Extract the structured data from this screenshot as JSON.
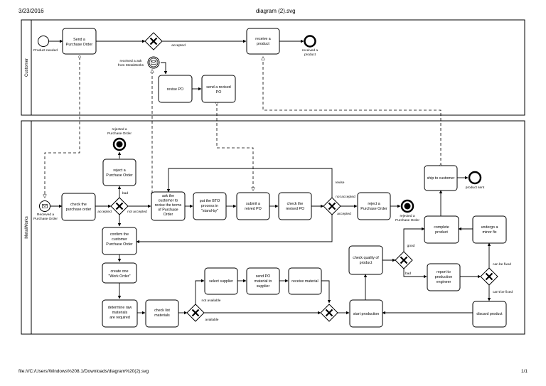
{
  "header": {
    "date": "3/23/2016",
    "title": "diagram (2).svg"
  },
  "footer": {
    "path": "file:///C:/Users/Windows%208.1/Downloads/diagram%20(2).svg",
    "page": "1/1"
  },
  "lanes": {
    "customer": "Customer",
    "metalworks": "MetalWorks"
  },
  "tasks": {
    "send_po": [
      "Send a",
      "Purchase Order"
    ],
    "receive_product": [
      "receive a",
      "product"
    ],
    "revise_po": [
      "revise PO"
    ],
    "send_revised_po": [
      "send a revised",
      "PO"
    ],
    "reject_po_top": [
      "reject a",
      "Purchase Order"
    ],
    "check_po": [
      "check the",
      "purchase order"
    ],
    "ask_customer": [
      "ask the",
      "customer to",
      "revise the terms",
      "of Purchase",
      "Order"
    ],
    "put_bto": [
      "put the BTO",
      "process in",
      "\"stand-by\""
    ],
    "submit_revised": [
      "submit a",
      "reived PO"
    ],
    "check_revised": [
      "check the",
      "revised PO"
    ],
    "reject_po_right": [
      "reject a",
      "Purchase Order"
    ],
    "ship": [
      "ship to customer"
    ],
    "confirm": [
      "confirm the",
      "customer",
      "Purchase Order"
    ],
    "create_wo": [
      "create one",
      "\"Work Order\""
    ],
    "determine": [
      "determine raw",
      "materials",
      "are required"
    ],
    "check_list": [
      "check list",
      "materials"
    ],
    "select_supplier": [
      "select supplier"
    ],
    "send_po_supplier": [
      "send PO",
      "material to",
      "supplier"
    ],
    "receive_material": [
      "receive material"
    ],
    "start_production": [
      "start production"
    ],
    "check_quality": [
      "check quality of",
      "product"
    ],
    "complete_product": [
      "complete",
      "product"
    ],
    "undergo_fix": [
      "undergo a",
      "minor fix"
    ],
    "report": [
      "report to",
      "production",
      "engineer"
    ],
    "discard": [
      "discard product"
    ]
  },
  "events": {
    "product_needed": "Product needed",
    "received_product": [
      "received a",
      "product"
    ],
    "received_ask": [
      "received a ask",
      "from MetalWorks"
    ],
    "rejected_po_top": [
      "rejected a",
      "Purchase Order"
    ],
    "received_po": [
      "Received a",
      "Purchase Order"
    ],
    "rejected_po_right": [
      "rejected a",
      "Purchase Order"
    ],
    "product_sent": "product sent"
  },
  "flow_labels": {
    "accepted_top": "accepted",
    "bad": "bad",
    "accepted_left": "accepted",
    "not_accepted_left": "not accepted",
    "revise": "revise",
    "not_accepted_right": "not accepted",
    "accepted_right": "accepted",
    "not_available": "not available",
    "available": "available",
    "good": "good",
    "bad_quality": "bad",
    "can_be_fixed": "can be fixed",
    "cant_be_fixed": "can't be fixed"
  }
}
